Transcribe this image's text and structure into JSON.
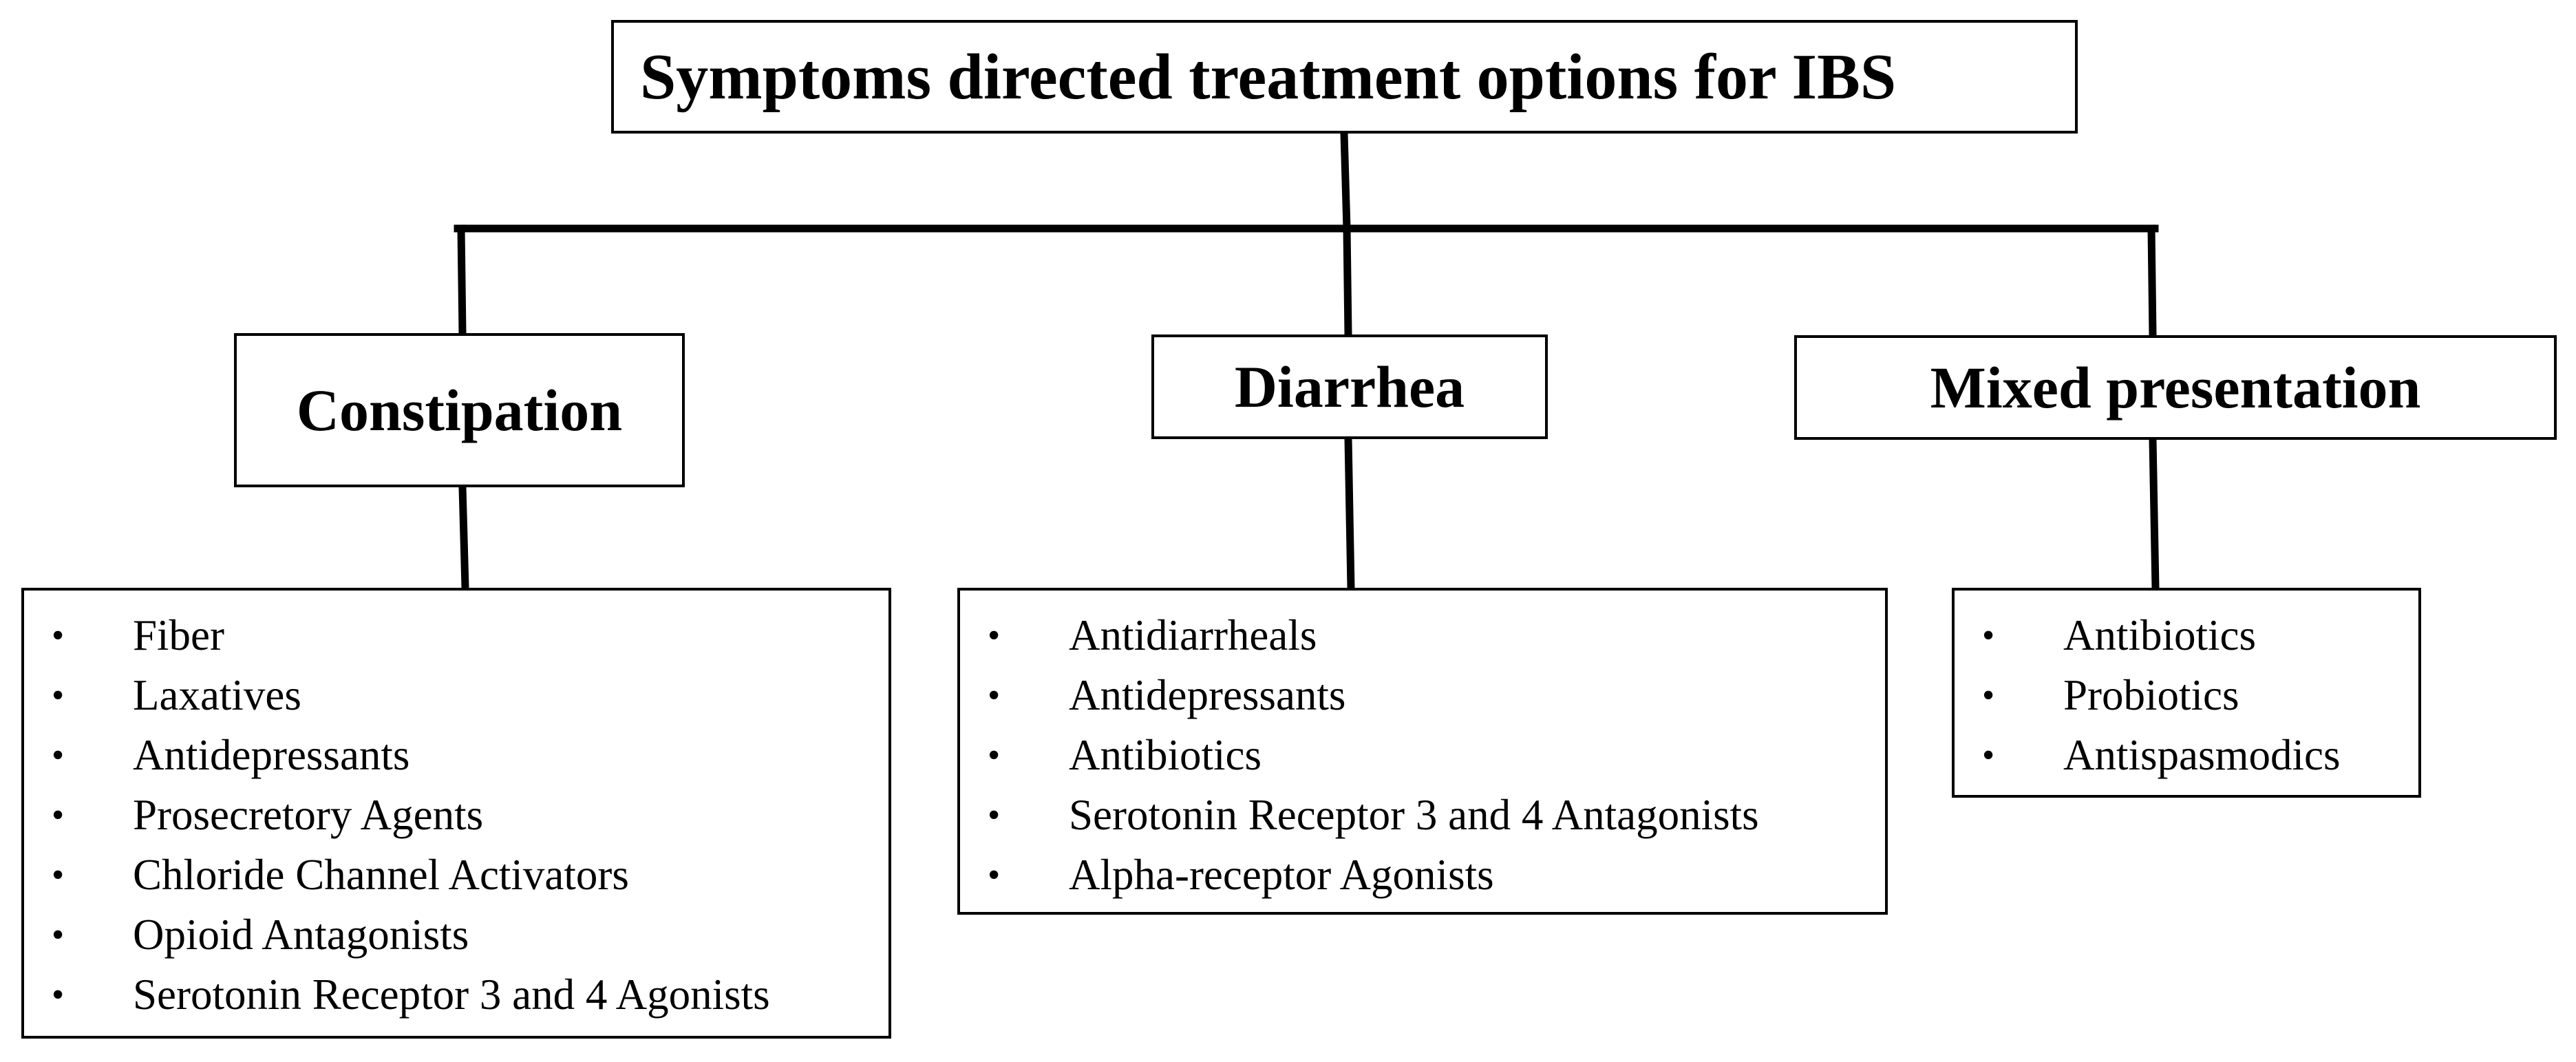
{
  "title": "Symptoms directed treatment options for IBS",
  "categories": [
    {
      "name": "Constipation",
      "items": [
        "Fiber",
        "Laxatives",
        "Antidepressants",
        "Prosecretory Agents",
        "Chloride Channel Activators",
        "Opioid Antagonists",
        "Serotonin Receptor 3 and 4 Agonists"
      ]
    },
    {
      "name": "Diarrhea",
      "items": [
        "Antidiarrheals",
        "Antidepressants",
        "Antibiotics",
        "Serotonin Receptor 3 and 4 Antagonists",
        "Alpha-receptor Agonists"
      ]
    },
    {
      "name": "Mixed presentation",
      "items": [
        "Antibiotics",
        "Probiotics",
        "Antispasmodics"
      ]
    }
  ],
  "bullet_glyph": "•"
}
